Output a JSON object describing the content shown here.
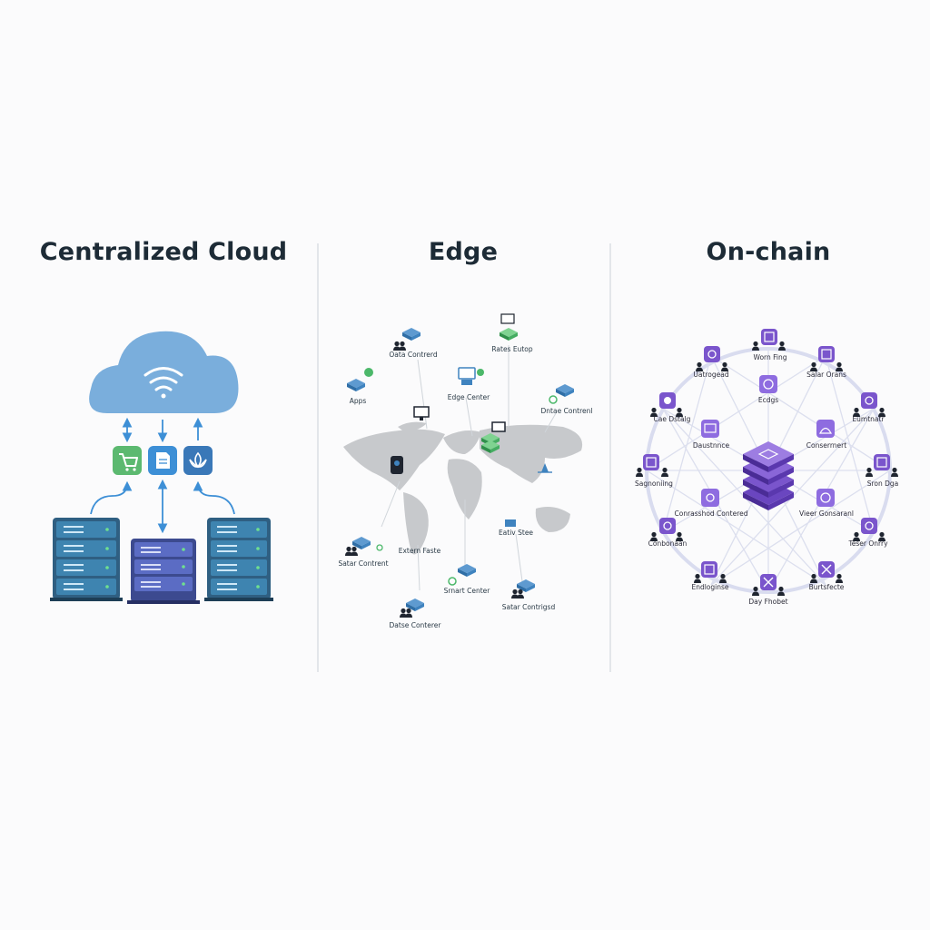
{
  "panels": [
    {
      "title": "Centralized Cloud"
    },
    {
      "title": "Edge"
    },
    {
      "title": "On-chain"
    }
  ],
  "colors": {
    "cloud_fill": "#7aaedc",
    "arrow": "#3d8fd6",
    "server_dark": "#2f5f82",
    "server_purple": "#5b6cc4",
    "map_gray": "#c7c9cc",
    "edge_green": "#4cb86a",
    "edge_blue": "#3f83bf",
    "chain_purple": "#7a55cc",
    "chain_ring": "#d9dcef"
  },
  "cloud": {
    "icons": [
      "cart-icon",
      "document-icon",
      "lotus-icon"
    ]
  },
  "edge": {
    "nodes": [
      {
        "label": "Oata Contrerd"
      },
      {
        "label": "Rates Eutop"
      },
      {
        "label": "Apps"
      },
      {
        "label": "Edge Center"
      },
      {
        "label": "Dntae Contrenl"
      },
      {
        "label": "Satar Contrent"
      },
      {
        "label": "Extern Faste"
      },
      {
        "label": "Eativ Stee"
      },
      {
        "label": "Srnart Center"
      },
      {
        "label": "Satar Contrigsd"
      },
      {
        "label": "Datse Conterer"
      }
    ]
  },
  "onchain": {
    "nodes": [
      {
        "label": "Worn Fing"
      },
      {
        "label": "Uatrogead"
      },
      {
        "label": "Salar Orans"
      },
      {
        "label": "Ecdgs"
      },
      {
        "label": "Cae Dstalg"
      },
      {
        "label": "Eumtnatr"
      },
      {
        "label": "Daustnnce"
      },
      {
        "label": "Conserrnert"
      },
      {
        "label": "Sagnoniing"
      },
      {
        "label": "Sron Dga"
      },
      {
        "label": "Conrasshod Contered"
      },
      {
        "label": "Vieer Gonsaranl"
      },
      {
        "label": "Conbonaan"
      },
      {
        "label": "Teser Onrry"
      },
      {
        "label": "Endloginse"
      },
      {
        "label": "Burtsfecte"
      },
      {
        "label": "Day Fhobet"
      }
    ]
  }
}
